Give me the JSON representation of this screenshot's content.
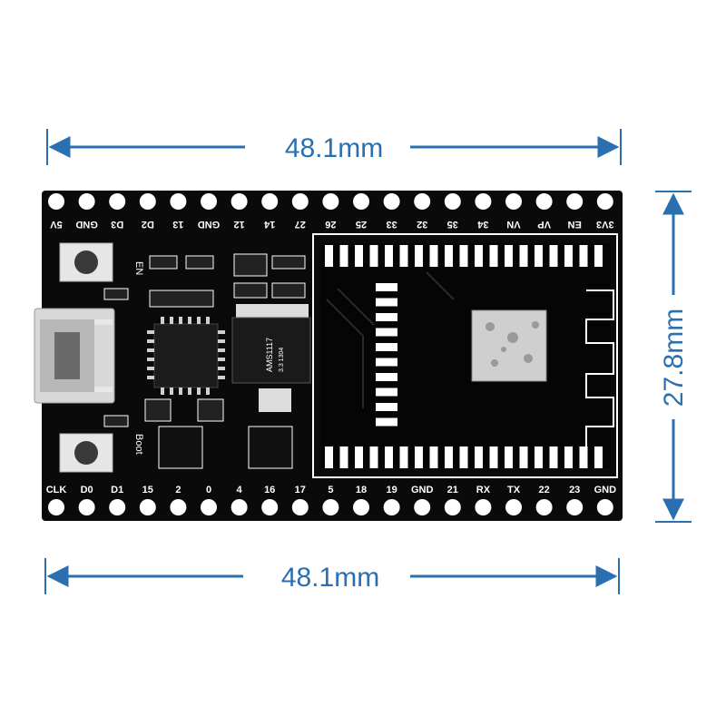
{
  "dimensions": {
    "top_width": "48.1mm",
    "bottom_width": "48.1mm",
    "height": "27.8mm"
  },
  "colors": {
    "dimension": "#2a6fb0",
    "pcb": "#0a0a0a",
    "silkscreen": "#ffffff",
    "pad": "#ffffff"
  },
  "board": {
    "top_pins": [
      "5V",
      "GND",
      "D3",
      "D2",
      "13",
      "GND",
      "12",
      "14",
      "27",
      "26",
      "25",
      "33",
      "32",
      "35",
      "34",
      "VN",
      "VP",
      "EN",
      "3V3"
    ],
    "bottom_pins": [
      "CLK",
      "D0",
      "D1",
      "15",
      "2",
      "0",
      "4",
      "16",
      "17",
      "5",
      "18",
      "19",
      "GND",
      "21",
      "RX",
      "TX",
      "22",
      "23",
      "GND"
    ],
    "labels": {
      "en_button": "EN",
      "boot_button": "Boot",
      "regulator_line1": "AMS1117",
      "regulator_line2": "3.3 1304"
    }
  }
}
